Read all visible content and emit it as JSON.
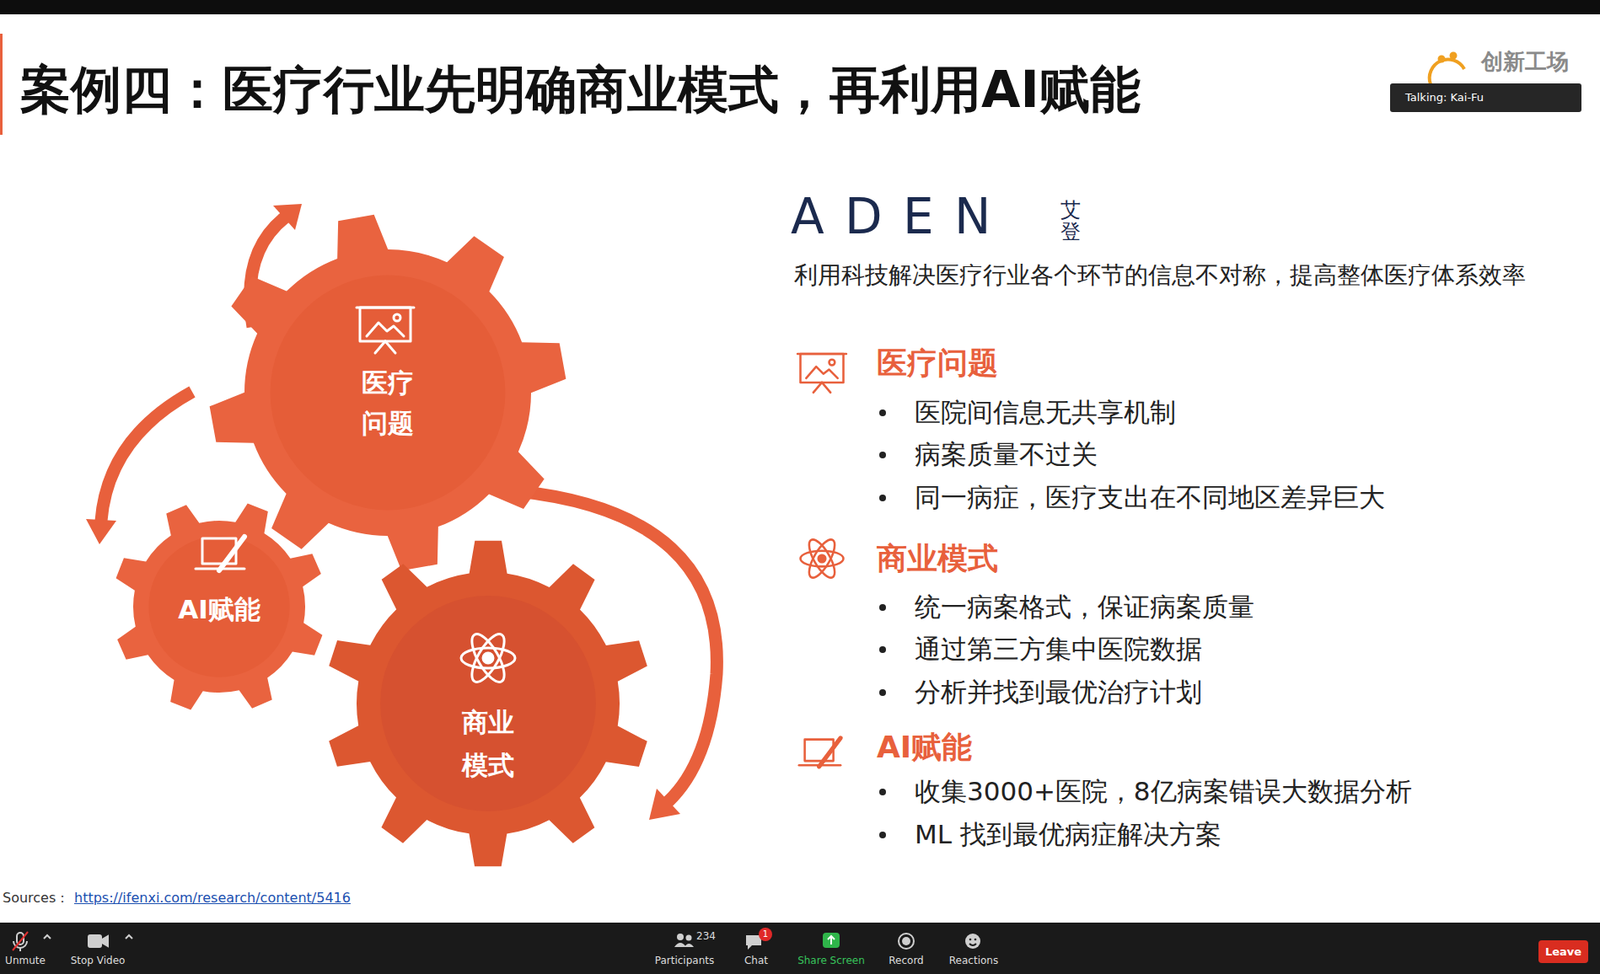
{
  "diagram": {
    "title": "案例四：医疗行业先明确商业模式，再利用AI赋能",
    "nodes": [
      {
        "text": [
          "医疗 问题"
        ]
      },
      {
        "text": [
          "AI赋能"
        ]
      },
      {
        "text": [
          "商业 模式"
        ]
      }
    ],
    "labels": [
      "创新工场",
      "Talking: Kai-Fu",
      "ADEN",
      "艾登",
      "利用科技解决医疗行业各个环节的信息不对称，提高整体医疗体系效率",
      "医疗问题",
      "医院间信息无共享机制",
      "病案质量不过关",
      "同一病症，医疗支出在不同地区差异巨大",
      "商业模式",
      "统一病案格式，保证病案质量",
      "通过第三方集中医院数据",
      "分析并找到最优治疗计划",
      "AI赋能",
      "收集3000+医院，8亿病案错误大数据分析",
      "ML 找到最优病症解决方案",
      "Sources：",
      "https://ifenxi.com/research/content/5416",
      "Unmute",
      "Stop Video",
      "234",
      "Participants",
      "1",
      "Chat",
      "Share Screen",
      "Record",
      "Reactions",
      "Leave"
    ]
  }
}
